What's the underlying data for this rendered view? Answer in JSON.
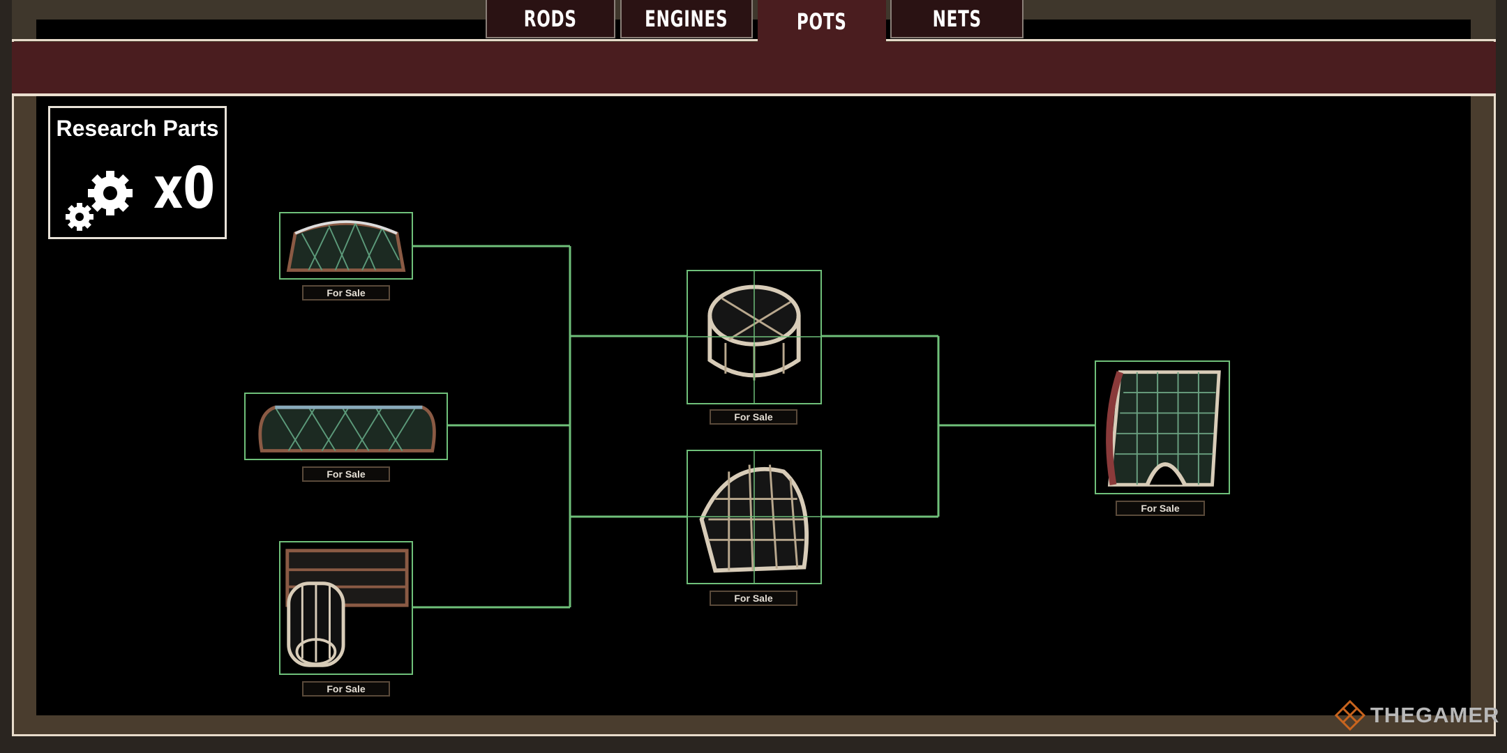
{
  "tabs": [
    {
      "label": "RODS"
    },
    {
      "label": "ENGINES"
    },
    {
      "label": "POTS",
      "active": true
    },
    {
      "label": "NETS"
    }
  ],
  "research": {
    "title": "Research Parts",
    "count": "x0",
    "icon": "gears-icon"
  },
  "nodes": [
    {
      "label": "For Sale"
    },
    {
      "label": "For Sale"
    },
    {
      "label": "For Sale"
    },
    {
      "label": "For Sale"
    },
    {
      "label": "For Sale"
    },
    {
      "label": "For Sale"
    }
  ],
  "watermark": "THEGAMER",
  "colors": {
    "line": "#6fc07a",
    "bar": "#4a1d1f",
    "tab": "#2a1213"
  }
}
